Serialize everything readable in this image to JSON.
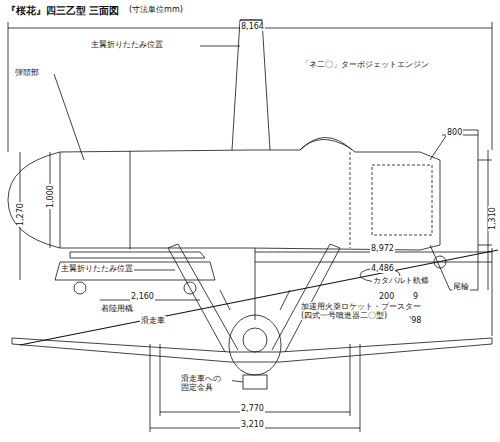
{
  "diagram": {
    "title": "『桜花』四三乙型 三面図",
    "labels": [
      "(寸法単位mm)",
      "8,164",
      "主翼折りたたみ位置",
      "弾頭部",
      "「ネ二〇」ターボジェットエンジン",
      "800",
      "1,000",
      "1,270",
      "1,310",
      "200",
      "9",
      "加速用火薬ロケット・ブースター (四式一号噴進器二〇型)",
      "尾輪",
      "着陸用橇",
      "2,160",
      "滑走車",
      "カタパルト軌條",
      "'98",
      "8,972",
      "4,486",
      "主翼折りたたみ位置",
      "滑走車への 固定金具",
      "2,770",
      "3,210"
    ]
  }
}
